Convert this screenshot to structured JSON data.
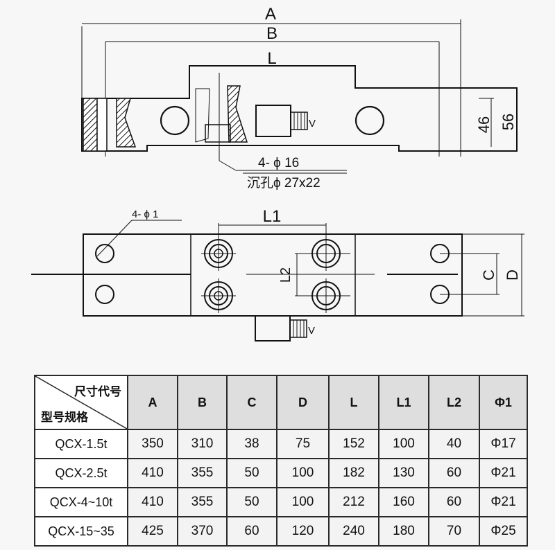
{
  "top_view": {
    "dim_A": "A",
    "dim_B": "B",
    "dim_L": "L",
    "dim_46": "46",
    "dim_56": "56",
    "hole_note_1": "4-  ϕ  16",
    "hole_note_2": "沉孔ϕ  27x22",
    "cable_label": "V"
  },
  "bottom_view": {
    "hole_note": "4-  ϕ  1",
    "dim_L1": "L1",
    "dim_L2": "L2",
    "dim_C": "C",
    "dim_D": "D",
    "cable_label": "V"
  },
  "table": {
    "corner_top": "尺寸代号",
    "corner_bottom": "型号规格",
    "headers": [
      "A",
      "B",
      "C",
      "D",
      "L",
      "L1",
      "L2",
      "Φ1"
    ],
    "rows": [
      {
        "model": "QCX-1.5t",
        "values": [
          "350",
          "310",
          "38",
          "75",
          "152",
          "100",
          "40",
          "Φ17"
        ]
      },
      {
        "model": "QCX-2.5t",
        "values": [
          "410",
          "355",
          "50",
          "100",
          "182",
          "130",
          "60",
          "Φ21"
        ]
      },
      {
        "model": "QCX-4~10t",
        "values": [
          "410",
          "355",
          "50",
          "100",
          "212",
          "160",
          "60",
          "Φ21"
        ]
      },
      {
        "model": "QCX-15~35",
        "values": [
          "425",
          "370",
          "60",
          "120",
          "240",
          "180",
          "70",
          "Φ25"
        ]
      }
    ]
  }
}
